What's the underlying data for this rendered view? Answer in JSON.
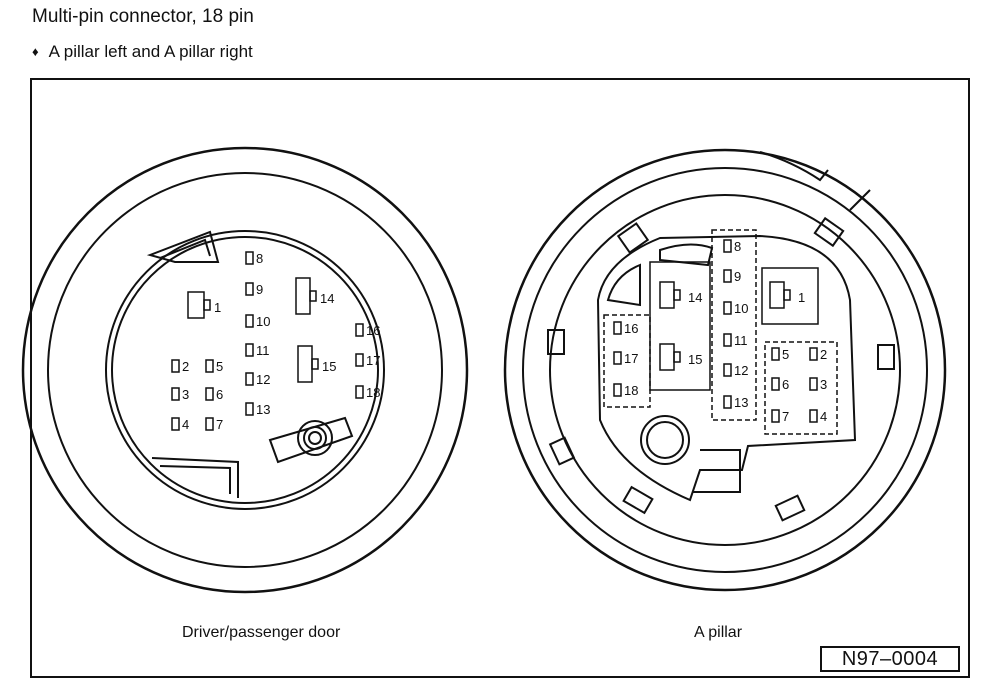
{
  "header": {
    "title": "Multi-pin connector, 18 pin",
    "bullet_marker": "♦",
    "bullet_text": "A pillar left and A pillar right"
  },
  "diagram": {
    "left_connector": {
      "caption": "Driver/passenger door",
      "pins": [
        {
          "label": "1"
        },
        {
          "label": "2"
        },
        {
          "label": "3"
        },
        {
          "label": "4"
        },
        {
          "label": "5"
        },
        {
          "label": "6"
        },
        {
          "label": "7"
        },
        {
          "label": "8"
        },
        {
          "label": "9"
        },
        {
          "label": "10"
        },
        {
          "label": "11"
        },
        {
          "label": "12"
        },
        {
          "label": "13"
        },
        {
          "label": "14"
        },
        {
          "label": "15"
        },
        {
          "label": "16"
        },
        {
          "label": "17"
        },
        {
          "label": "18"
        }
      ]
    },
    "right_connector": {
      "caption": "A pillar",
      "pins": [
        {
          "label": "1"
        },
        {
          "label": "2"
        },
        {
          "label": "3"
        },
        {
          "label": "4"
        },
        {
          "label": "5"
        },
        {
          "label": "6"
        },
        {
          "label": "7"
        },
        {
          "label": "8"
        },
        {
          "label": "9"
        },
        {
          "label": "10"
        },
        {
          "label": "11"
        },
        {
          "label": "12"
        },
        {
          "label": "13"
        },
        {
          "label": "14"
        },
        {
          "label": "15"
        },
        {
          "label": "16"
        },
        {
          "label": "17"
        },
        {
          "label": "18"
        }
      ]
    },
    "reference": "N97–0004"
  }
}
